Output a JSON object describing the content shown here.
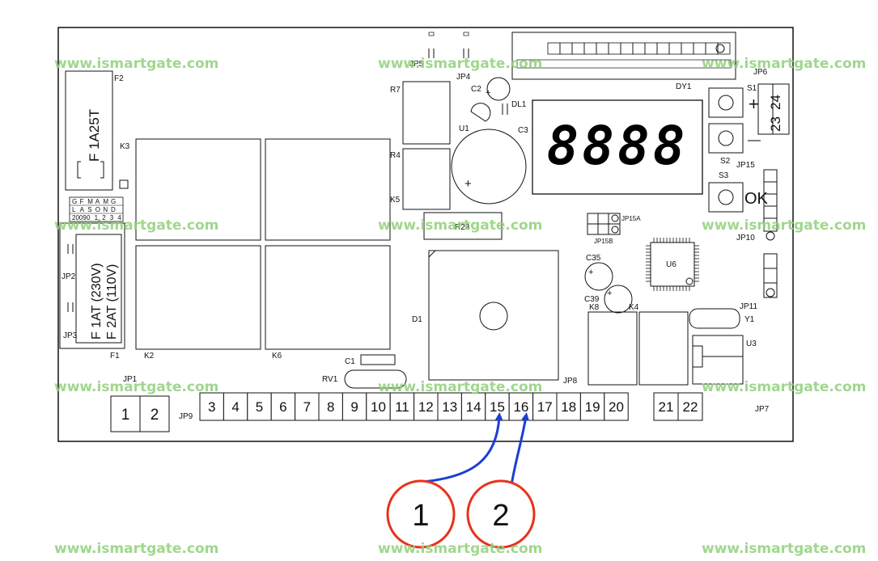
{
  "watermark": "www.ismartgate.com",
  "board": {
    "labels": {
      "f2": "F2",
      "f2_fuse": "F 1A25T",
      "k3": "K3",
      "k2": "K2",
      "k6": "K6",
      "jp5": "JP5",
      "jp4": "JP4",
      "r7": "R7",
      "c2": "C2",
      "dl1": "DL1",
      "u1": "U1",
      "c3": "C3",
      "r4": "R4",
      "k5": "K5",
      "r23": "R23",
      "jp6": "JP6",
      "dy1": "DY1",
      "s1": "S1",
      "s2": "S2",
      "s3": "S3",
      "jp15": "JP15",
      "jp15a": "JP15A",
      "jp15b": "JP15B",
      "jp10": "JP10",
      "u6": "U6",
      "c35": "C35",
      "c39": "C39",
      "k8": "K8",
      "k4": "K4",
      "jp11": "JP11",
      "y1": "Y1",
      "u3": "U3",
      "d1": "D1",
      "c1": "C1",
      "rv1": "RV1",
      "jp8": "JP8",
      "jp1": "JP1",
      "jp9": "JP9",
      "jp7": "JP7",
      "jp2": "JP2",
      "jp3": "JP3",
      "f1": "F1",
      "f1_230": "F 1AT (230V)",
      "f1_110": "F 2AT (110V)",
      "ok": "OK",
      "plus": "+",
      "minus": "—",
      "t24": "24",
      "t23": "23"
    },
    "display_digits": "8888",
    "date_grid": {
      "row1": [
        "G",
        "F",
        "M",
        "A",
        "M",
        "G"
      ],
      "row2": [
        "L",
        "A",
        "S",
        "O",
        "N",
        "D"
      ],
      "row3": [
        "2009",
        "0",
        "1",
        "2",
        "3",
        "4"
      ]
    },
    "terminals_left": [
      "1",
      "2"
    ],
    "terminals_main": [
      "3",
      "4",
      "5",
      "6",
      "7",
      "8",
      "9",
      "10",
      "11",
      "12",
      "13",
      "14",
      "15",
      "16",
      "17",
      "18",
      "19",
      "20"
    ],
    "terminals_right": [
      "21",
      "22"
    ]
  },
  "callouts": [
    {
      "label": "1",
      "terminal": "15"
    },
    {
      "label": "2",
      "terminal": "16"
    }
  ],
  "colors": {
    "callout_circle": "#e8321c",
    "callout_arrow": "#1a3fd6",
    "watermark": "#8fd07a"
  }
}
